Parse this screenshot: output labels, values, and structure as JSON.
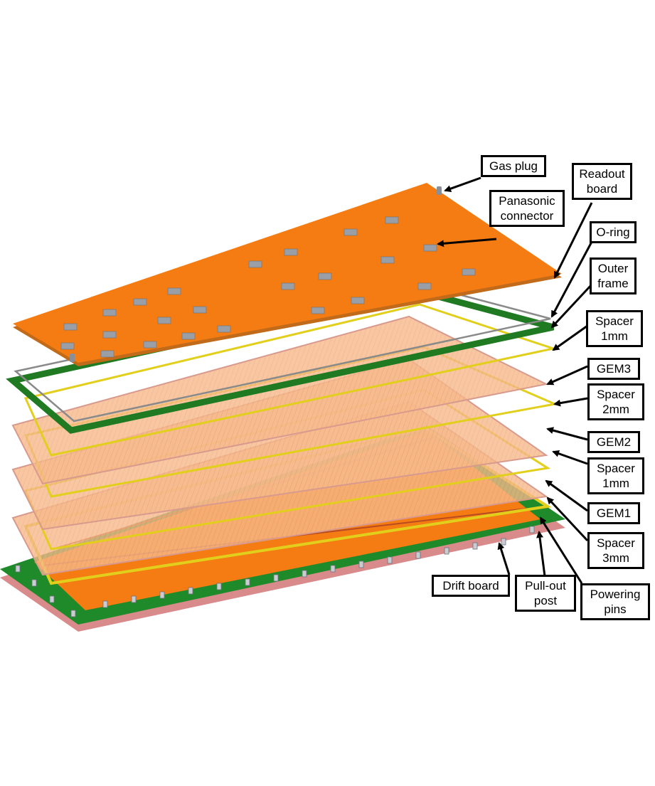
{
  "labels": {
    "gas_plug": "Gas plug",
    "readout_board": "Readout\nboard",
    "panasonic_connector": "Panasonic\nconnector",
    "o_ring": "O-ring",
    "outer_frame": "Outer\nframe",
    "spacer_1mm_top": "Spacer\n1mm",
    "gem3": "GEM3",
    "spacer_2mm": "Spacer\n2mm",
    "gem2": "GEM2",
    "spacer_1mm_bottom": "Spacer\n1mm",
    "gem1": "GEM1",
    "spacer_3mm": "Spacer\n3mm",
    "drift_board": "Drift board",
    "pull_out_post": "Pull-out\npost",
    "powering_pins": "Powering\npins"
  },
  "colors": {
    "readout_board": "#f47c12",
    "gem_foil": "#f6b98a",
    "gem_edge": "#d99a8e",
    "spacer_frame": "#e2cf1c",
    "outer_frame": "#1f7a22",
    "o_ring": "#8a8a8a",
    "drift_board_pcb": "#1f8a2a",
    "drift_board_base": "#d98a8a",
    "connector": "#9a9ea6"
  }
}
